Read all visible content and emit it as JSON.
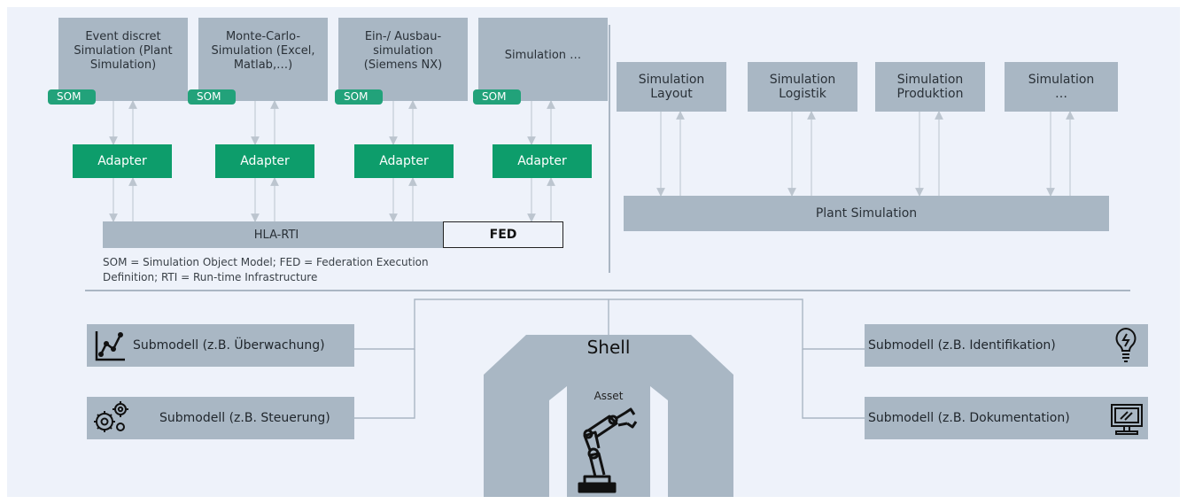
{
  "hla": {
    "simulations": [
      {
        "label": "Event discret\nSimulation (Plant\nSimulation)",
        "som": "SOM",
        "adapter": "Adapter"
      },
      {
        "label": "Monte-Carlo-\nSimulation (Excel,\nMatlab,…)",
        "som": "SOM",
        "adapter": "Adapter"
      },
      {
        "label": "Ein-/ Ausbau-\nsimulation\n(Siemens NX)",
        "som": "SOM",
        "adapter": "Adapter"
      },
      {
        "label": "Simulation …",
        "som": "SOM",
        "adapter": "Adapter"
      }
    ],
    "rti_label": "HLA-RTI",
    "fed_label": "FED",
    "legend_line1": "SOM = Simulation Object Model; FED = Federation Execution",
    "legend_line2": "Definition; RTI = Run-time Infrastructure"
  },
  "plant": {
    "simulations": [
      {
        "label": "Simulation\nLayout"
      },
      {
        "label": "Simulation\nLogistik"
      },
      {
        "label": "Simulation\nProduktion"
      },
      {
        "label": "Simulation\n…"
      }
    ],
    "bar_label": "Plant Simulation"
  },
  "aas": {
    "shell_label": "Shell",
    "asset_label": "Asset",
    "submodels": {
      "monitoring": "Submodell (z.B. Überwachung)",
      "control": "Submodell (z.B. Steuerung)",
      "identification": "Submodell (z.B. Identifikation)",
      "documentation": "Submodell (z.B. Dokumentation)"
    },
    "icons": {
      "monitoring": "line-chart-icon",
      "control": "gears-icon",
      "identification": "lightbulb-icon",
      "documentation": "monitor-icon",
      "asset": "robot-arm-icon"
    }
  },
  "colors": {
    "box": "#a9b7c4",
    "adapter": "#0d9d6b",
    "som": "#22a27a",
    "background": "#eef2fa",
    "arrow": "#c4ccd6"
  }
}
